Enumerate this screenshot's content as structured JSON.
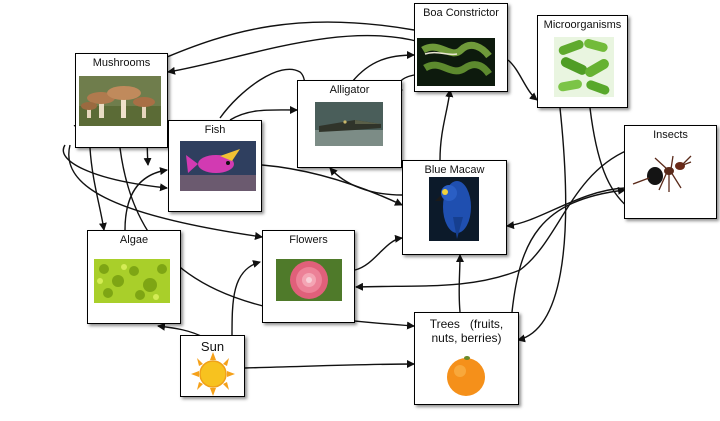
{
  "nodes": {
    "mushrooms": {
      "label": "Mushrooms",
      "icon": "mushrooms-photo"
    },
    "fish": {
      "label": "Fish",
      "icon": "fish-photo"
    },
    "alligator": {
      "label": "Alligator",
      "icon": "alligator-photo"
    },
    "boa": {
      "label": "Boa Constrictor",
      "icon": "snake-photo"
    },
    "micro": {
      "label": "Microorganisms",
      "icon": "microorganisms-photo"
    },
    "insects": {
      "label": "Insects",
      "icon": "ant-photo"
    },
    "macaw": {
      "label": "Blue Macaw",
      "icon": "macaw-photo"
    },
    "algae": {
      "label": "Algae",
      "icon": "algae-photo"
    },
    "flowers": {
      "label": "Flowers",
      "icon": "flower-photo"
    },
    "sun": {
      "label": "Sun",
      "icon": "sun-icon"
    },
    "trees": {
      "label": "Trees   (fruits,\nnuts, berries)",
      "icon": "orange-photo"
    }
  },
  "colors": {
    "edge": "#111111",
    "border": "#000000"
  }
}
